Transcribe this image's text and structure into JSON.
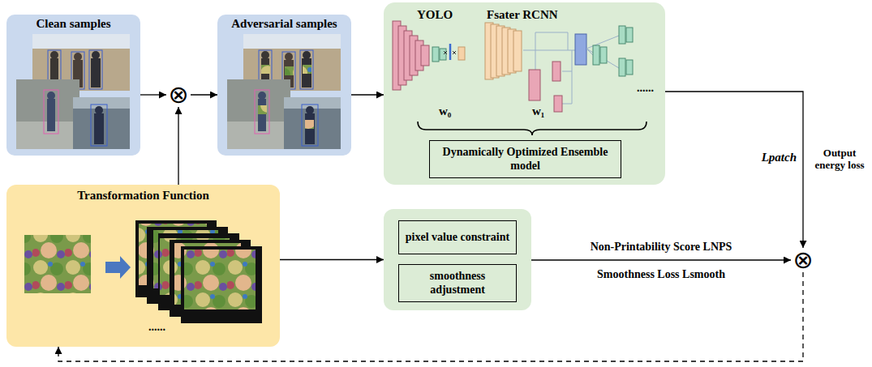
{
  "diagram": {
    "nodes": [
      {
        "text": [
          "Clean samples"
        ]
      },
      {
        "text": [
          "⊗"
        ]
      },
      {
        "text": [
          "Adversarial samples"
        ]
      },
      {
        "text": [
          "YOLO",
          "Fsater RCNN",
          "w₀",
          "w₁",
          "......"
        ]
      },
      {
        "text": [
          "Dynamically Optimized Ensemble model"
        ],
        "in": 3
      },
      {
        "text": [
          "Transformation Function",
          "......"
        ]
      },
      {
        "text": []
      },
      {
        "text": [
          "pixel value constraint"
        ],
        "in": 6
      },
      {
        "text": [
          "smoothness adjustment"
        ],
        "in": 6
      },
      {
        "text": [
          "⊗"
        ]
      }
    ],
    "edges": [
      {
        "from": 0,
        "to": 1,
        "arrow": "to"
      },
      {
        "from": 1,
        "to": 2,
        "arrow": "to"
      },
      {
        "from": 5,
        "to": 1,
        "arrow": "to"
      },
      {
        "from": 2,
        "to": 3,
        "arrow": "to"
      },
      {
        "from": 3,
        "to": 9,
        "arrow": "to",
        "label": "Lpatch"
      },
      {
        "from": 5,
        "to": 6,
        "arrow": "to"
      },
      {
        "from": 6,
        "to": 9,
        "arrow": "to",
        "label": "Non-Printability Score LNPS"
      },
      {
        "from": 9,
        "to": 5,
        "arrow": "to"
      }
    ],
    "labels": [
      "Smoothness Loss Lsmooth",
      "Output energy loss"
    ]
  }
}
